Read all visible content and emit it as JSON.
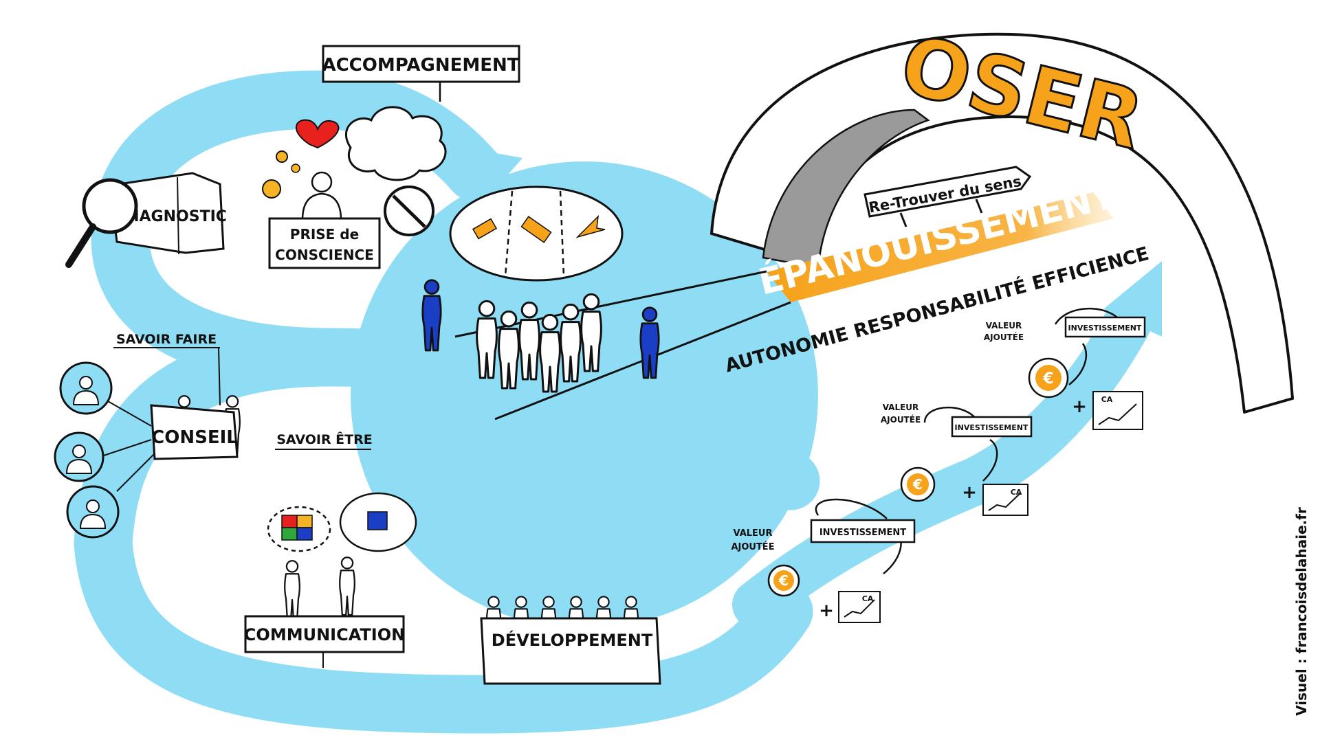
{
  "title": "OSER",
  "colors": {
    "spiral": "#8fdcf5",
    "accent": "#f6a21a",
    "ink": "#111111",
    "arch_inner": "#9a9a9a",
    "people_blue": "#1a3fc4"
  },
  "labels": {
    "accompagnement": "ACCOMPAGNEMENT",
    "diagnostic": "DIAGNOSTIC",
    "prise_line1": "PRISE de",
    "prise_line2": "CONSCIENCE",
    "savoir_faire": "SAVOIR FAIRE",
    "savoir_etre": "SAVOIR ÊTRE",
    "conseil": "CONSEIL",
    "communication": "COMMUNICATION",
    "developpement": "DÉVELOPPEMENT",
    "retrouver": "Re-Trouver du sens",
    "epanouissement": "ÉPANOUISSEMENT",
    "values": "AUTONOMIE RESPONSABILITÉ EFFICIENCE",
    "credit": "Visuel : francoisdelahaie.fr"
  },
  "cycles": [
    {
      "valeur_l1": "VALEUR",
      "valeur_l2": "AJOUTÉE",
      "investissement": "INVESTISSEMENT",
      "euro": "€",
      "plus": "+",
      "ca": "CA"
    },
    {
      "valeur_l1": "VALEUR",
      "valeur_l2": "AJOUTÉE",
      "investissement": "INVESTISSEMENT",
      "euro": "€",
      "plus": "+",
      "ca": "CA"
    },
    {
      "valeur_l1": "VALEUR",
      "valeur_l2": "AJOUTÉE",
      "investissement": "INVESTISSEMENT",
      "euro": "€",
      "plus": "+",
      "ca": "CA"
    }
  ],
  "icons": [
    "magnifier-icon",
    "heart-icon",
    "thought-cloud-icon",
    "gear-icon",
    "no-ghost-icon",
    "person-icon",
    "puzzle-icon",
    "money-bag-icon",
    "growth-chart-icon",
    "signpost-icon"
  ]
}
